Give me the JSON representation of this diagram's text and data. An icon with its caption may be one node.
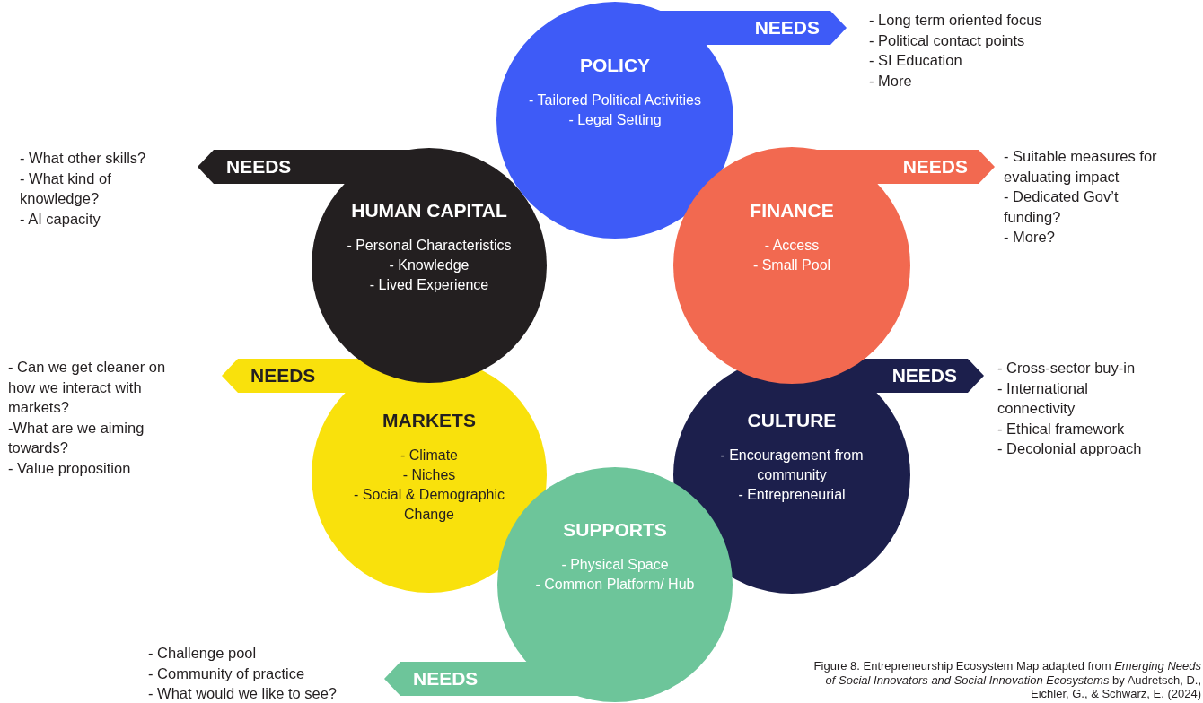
{
  "diagram": {
    "caption": "Figure 8. Entrepreneurship Ecosystem Map adapted from *Emerging Needs of Social Innovators and Social Innovation Ecosystems* by Audretsch, D., Eichler, G., & Schwarz, E. (2024)",
    "nodes": [
      {
        "text": [
          "NEEDS",
          "POLICY",
          "- Tailored Political Activities",
          "- Legal Setting"
        ],
        "beside": [
          "- Long term oriented focus",
          "- Political contact points",
          "- SI Education",
          "- More"
        ]
      },
      {
        "text": [
          "NEEDS",
          "HUMAN CAPITAL",
          "- Personal Characteristics",
          "- Knowledge",
          "- Lived Experience"
        ],
        "beside": [
          "- What other skills?",
          "- What kind of knowledge?",
          "- AI capacity"
        ]
      },
      {
        "text": [
          "NEEDS",
          "FINANCE",
          "- Access",
          "- Small Pool"
        ],
        "beside": [
          "- Suitable measures for evaluating impact",
          "- Dedicated Gov’t funding?",
          "- More?"
        ]
      },
      {
        "text": [
          "NEEDS",
          "MARKETS",
          "- Climate",
          "- Niches",
          "- Social & Demographic Change"
        ],
        "beside": [
          "- Can we get cleaner on how we interact with markets?",
          "-What are we aiming towards?",
          "- Value proposition"
        ]
      },
      {
        "text": [
          "NEEDS",
          "CULTURE",
          "- Encouragement from community",
          "- Entrepreneurial"
        ],
        "beside": [
          "- Cross-sector buy-in",
          "- International connectivity",
          "- Ethical framework",
          "- Decolonial approach"
        ]
      },
      {
        "text": [
          "NEEDS",
          "SUPPORTS",
          "- Physical Space",
          "- Common Platform/ Hub"
        ],
        "beside": [
          "- Challenge pool",
          "- Community of practice",
          "- What would we like to see?"
        ]
      }
    ],
    "edges": []
  }
}
